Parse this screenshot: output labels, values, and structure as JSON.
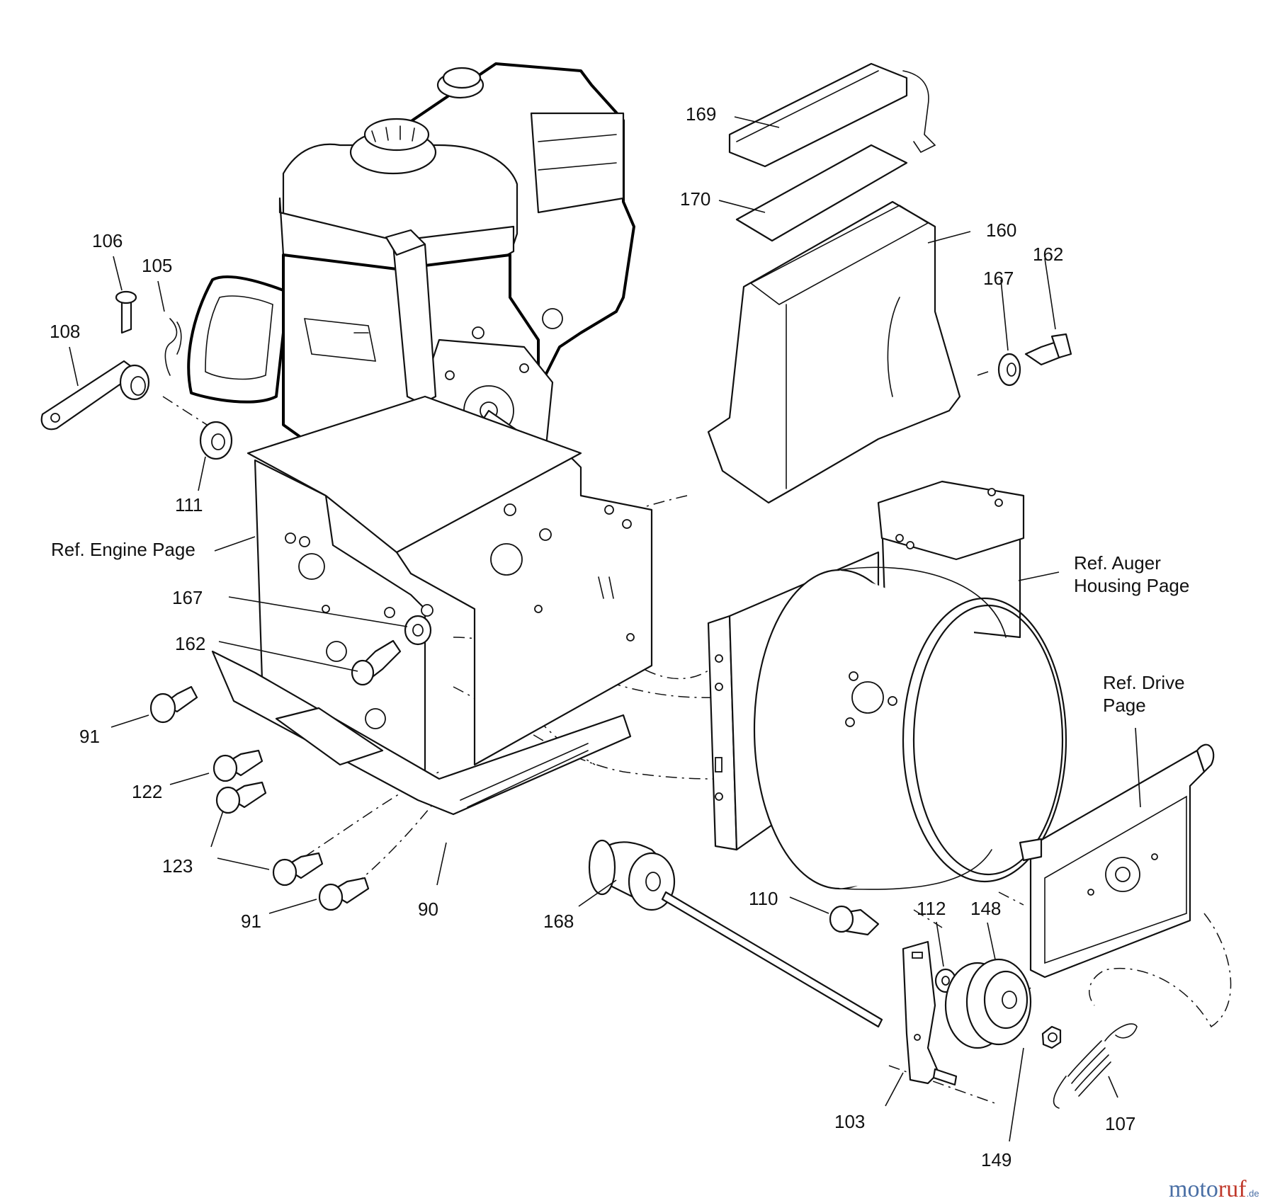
{
  "labels": {
    "p106": "106",
    "p105": "105",
    "p108": "108",
    "p111": "111",
    "p169": "169",
    "p170": "170",
    "p160": "160",
    "p162a": "162",
    "p167a": "167",
    "p167b": "167",
    "p162b": "162",
    "p91a": "91",
    "p122": "122",
    "p123": "123",
    "p91b": "91",
    "p90": "90",
    "p168": "168",
    "p110": "110",
    "p112": "112",
    "p148": "148",
    "p103": "103",
    "p149": "149",
    "p107": "107"
  },
  "references": {
    "engine": "Ref. Engine Page",
    "auger_line1": "Ref. Auger",
    "auger_line2": "Housing Page",
    "drive_line1": "Ref. Drive",
    "drive_line2": "Page"
  },
  "watermark": {
    "part1": "moto",
    "part2": "ruf",
    "part3": ".de"
  },
  "colors": {
    "line": "#111111",
    "background": "#ffffff",
    "watermark_blue": "#4a6fa5",
    "watermark_red": "#c0392b"
  }
}
